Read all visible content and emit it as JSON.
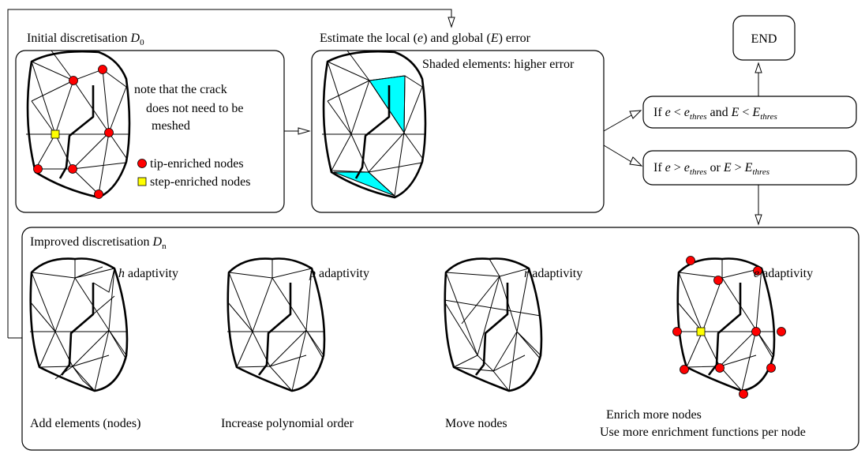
{
  "box_initial": {
    "title": "Initial discretisation",
    "title_symbol": "D",
    "title_subscript": "0",
    "note_lines": [
      "note that the crack",
      "does not need to be",
      "meshed"
    ],
    "legend_tip": "tip-enriched nodes",
    "legend_step": "step-enriched nodes"
  },
  "box_estimate": {
    "title_parts": [
      "Estimate the local (",
      "e",
      ") and global (",
      "E",
      ") error"
    ],
    "caption": "Shaded elements: higher error"
  },
  "end_box": {
    "label": "END"
  },
  "condition_true": {
    "parts": [
      "If ",
      "e",
      " < ",
      "e",
      "thres",
      " and ",
      "E",
      " < ",
      "E",
      "thres"
    ]
  },
  "condition_false": {
    "parts": [
      "If ",
      "e",
      " > ",
      "e",
      "thres",
      " or ",
      "E",
      " > ",
      "E",
      "thres"
    ]
  },
  "box_improved": {
    "title": "Improved discretisation",
    "title_symbol": "D",
    "title_subscript": "n",
    "methods": [
      {
        "letter": "h",
        "label": " adaptivity",
        "caption": "Add elements (nodes)"
      },
      {
        "letter": "p",
        "label": " adaptivity",
        "caption": "Increase polynomial order"
      },
      {
        "letter": "r",
        "label": " adaptivity",
        "caption": "Move nodes"
      },
      {
        "letter": "e",
        "label": " adaptivity",
        "caption_lines": [
          "Enrich more nodes",
          "Use more enrichment functions per node"
        ]
      }
    ]
  },
  "colors": {
    "tip_node": "#ff0000",
    "step_node": "#ffff00",
    "shaded_element": "#00ffff"
  },
  "icons": [
    "crack-line",
    "mesh",
    "arrowhead"
  ]
}
